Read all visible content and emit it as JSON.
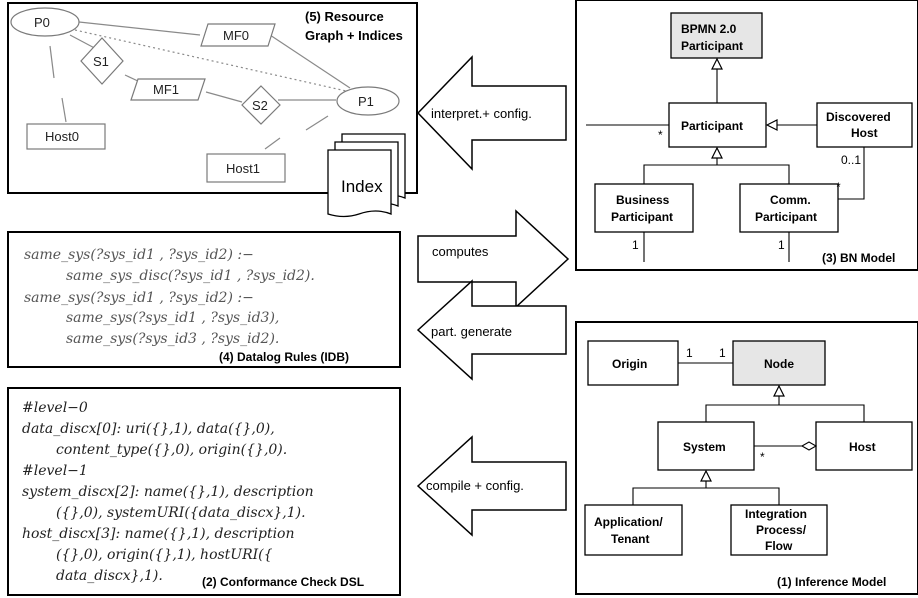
{
  "resource_graph": {
    "caption_line1": "(5) Resource",
    "caption_line2": "Graph + Indices",
    "nodes": {
      "p0": "P0",
      "p1": "P1",
      "s1": "S1",
      "s2": "S2",
      "mf0": "MF0",
      "mf1": "MF1",
      "host0": "Host0",
      "host1": "Host1"
    },
    "index_label": "Index"
  },
  "bn_model": {
    "caption": "(3) BN Model",
    "bpmn_line1": "BPMN 2.0",
    "bpmn_line2": "Participant",
    "participant": "Participant",
    "discovered_line1": "Discovered",
    "discovered_line2": "Host",
    "business_line1": "Business",
    "business_line2": "Participant",
    "comm_line1": "Comm.",
    "comm_line2": "Participant",
    "mult_star_left": "*",
    "mult_01": "0..1",
    "mult_star_comm": "*",
    "mult_one_business": "1",
    "mult_one_comm": "1"
  },
  "inference_model": {
    "caption": "(1) Inference Model",
    "origin": "Origin",
    "node": "Node",
    "system": "System",
    "host": "Host",
    "app_line1": "Application/",
    "app_line2": "Tenant",
    "integ_line1": "Integration",
    "integ_line2": "Process/",
    "integ_line3": "Flow",
    "mult_origin_1": "1",
    "mult_node_1": "1",
    "mult_star": "*"
  },
  "datalog": {
    "caption": "(4) Datalog Rules (IDB)",
    "lines": [
      "same_sys(?sys_id1 , ?sys_id2) :−",
      "same_sys_disc(?sys_id1 , ?sys_id2).",
      "same_sys(?sys_id1 , ?sys_id2) :−",
      "same_sys(?sys_id1 , ?sys_id3),",
      "same_sys(?sys_id3 , ?sys_id2)."
    ]
  },
  "dsl": {
    "caption": "(2) Conformance Check DSL",
    "lines": [
      "#level−0",
      "data_discx[0]: uri({},1), data({},0),",
      "content_type({},0), origin({},0).",
      "#level−1",
      "system_discx[2]: name({},1), description",
      "({},0), systemURI({data_discx},1).",
      "host_discx[3]: name({},1), description",
      "({},0), origin({},1), hostURI({",
      "data_discx},1)."
    ]
  },
  "arrows": {
    "interpret": "interpret.+ config.",
    "computes": "computes",
    "generate": "part. generate",
    "compile": "compile + config."
  }
}
